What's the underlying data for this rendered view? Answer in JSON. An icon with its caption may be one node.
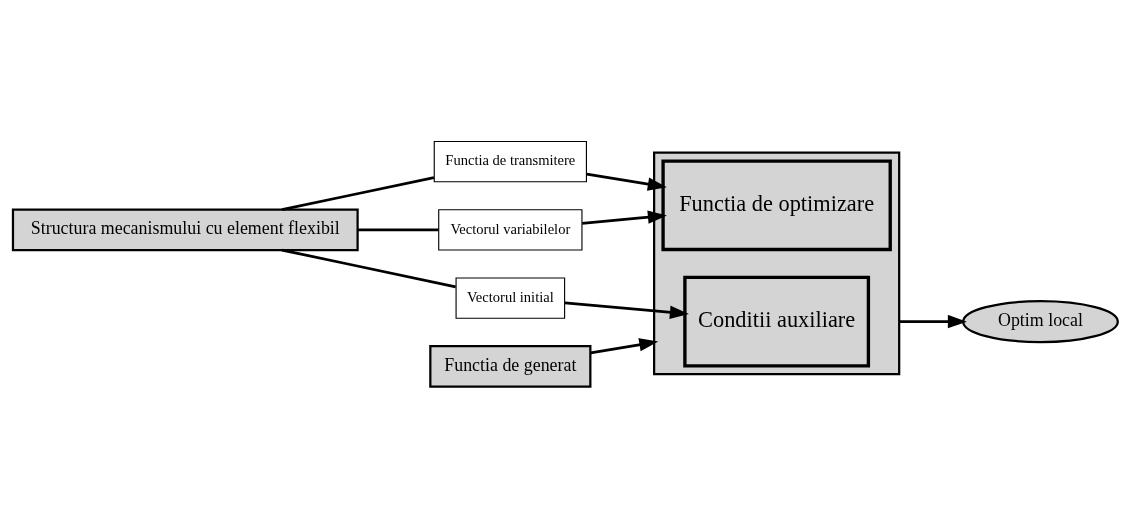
{
  "diagram": {
    "nodes": [
      {
        "text": [
          "Structura mecanismului cu element flexibil"
        ]
      },
      {
        "text": [
          "Functia de transmitere"
        ]
      },
      {
        "text": [
          "Vectorul variabilelor"
        ]
      },
      {
        "text": [
          "Vectorul initial"
        ]
      },
      {
        "text": [
          "Functia de generat"
        ]
      },
      {
        "text": [],
        "shape": "box"
      },
      {
        "text": [
          "Functia de optimizare"
        ],
        "in": 5
      },
      {
        "text": [
          "Conditii auxiliare"
        ],
        "in": 5
      },
      {
        "text": [
          "Optim local"
        ]
      }
    ],
    "edges": [
      {
        "from": 0,
        "to": 1,
        "arrow": "none"
      },
      {
        "from": 0,
        "to": 2,
        "arrow": "none"
      },
      {
        "from": 0,
        "to": 3,
        "arrow": "none"
      },
      {
        "from": 1,
        "to": 6,
        "arrow": "to"
      },
      {
        "from": 2,
        "to": 6,
        "arrow": "to"
      },
      {
        "from": 3,
        "to": 7,
        "arrow": "to"
      },
      {
        "from": 4,
        "to": 5,
        "arrow": "to"
      },
      {
        "from": 5,
        "to": 8,
        "arrow": "to"
      }
    ]
  }
}
